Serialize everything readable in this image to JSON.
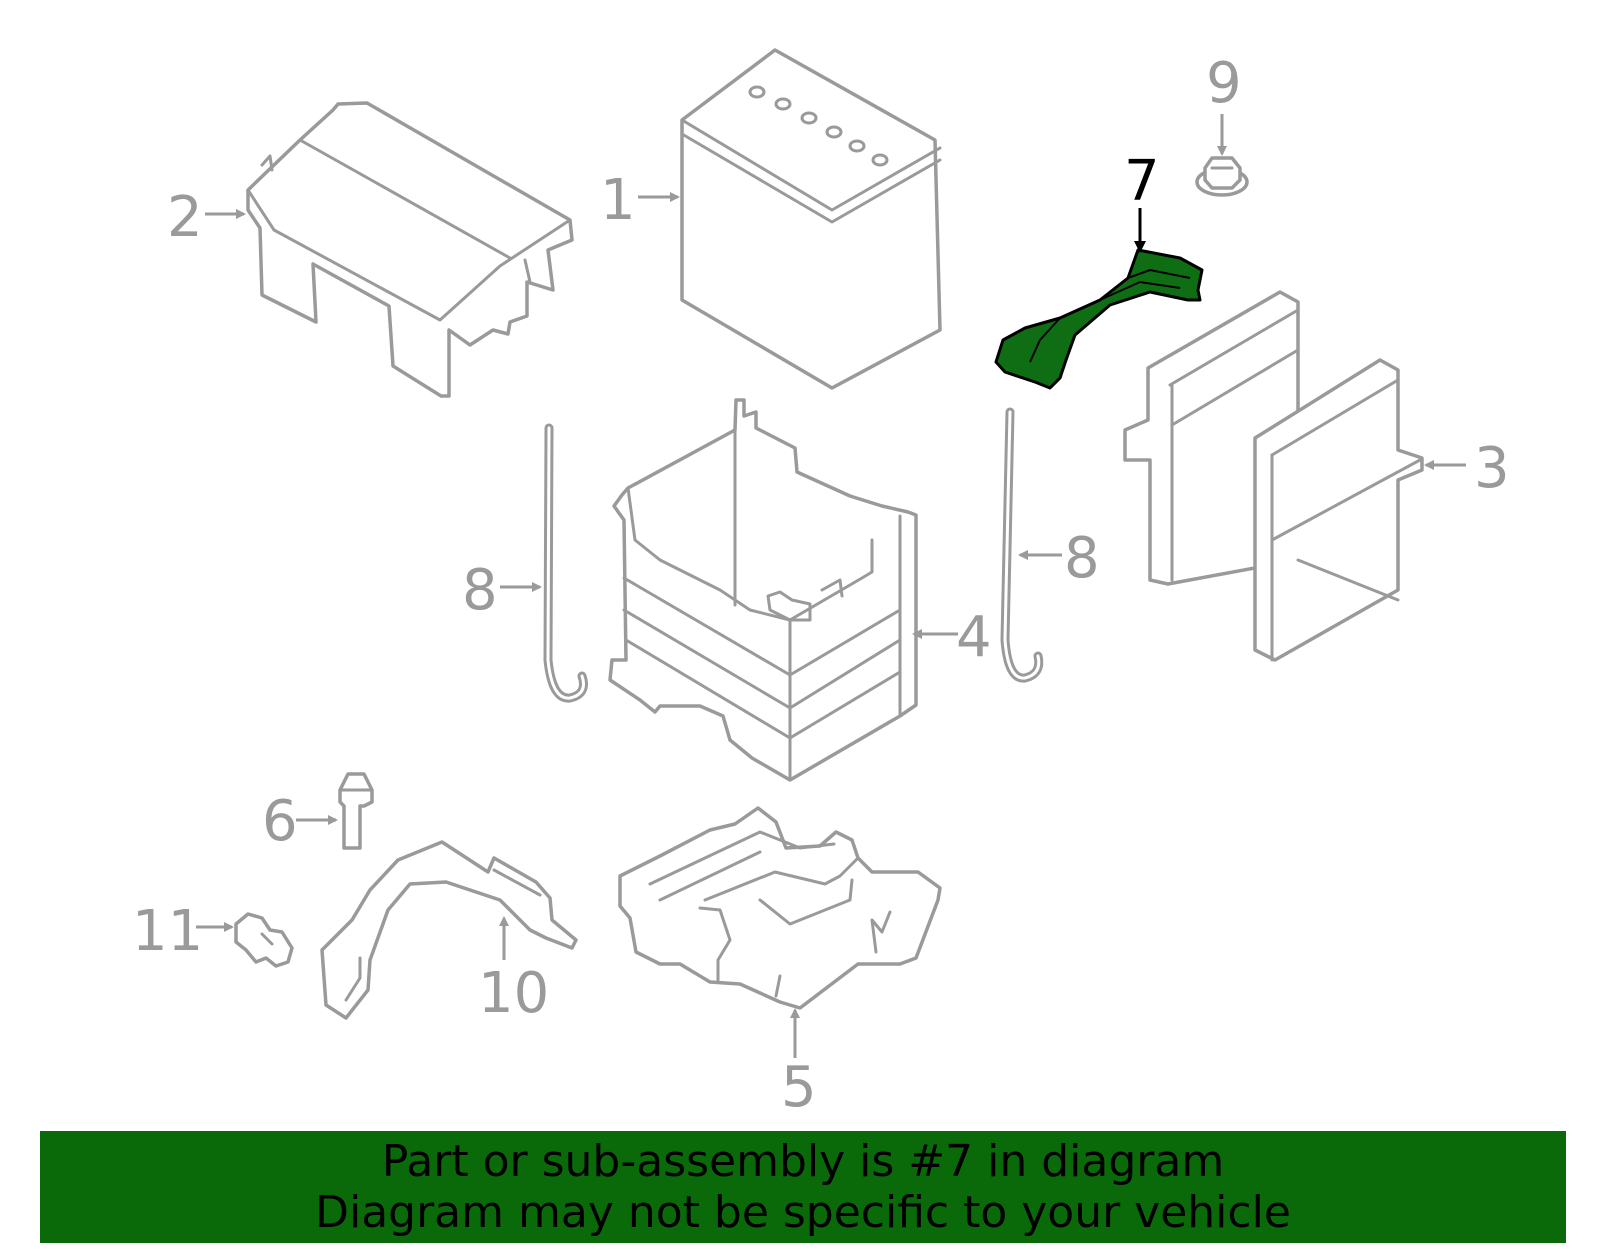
{
  "diagram": {
    "highlight_color": "#0f6e14",
    "line_color": "#9a9a9a",
    "callouts": [
      {
        "id": "c1",
        "label": "1",
        "highlighted": false
      },
      {
        "id": "c2",
        "label": "2",
        "highlighted": false
      },
      {
        "id": "c3",
        "label": "3",
        "highlighted": false
      },
      {
        "id": "c4",
        "label": "4",
        "highlighted": false
      },
      {
        "id": "c5",
        "label": "5",
        "highlighted": false
      },
      {
        "id": "c6",
        "label": "6",
        "highlighted": false
      },
      {
        "id": "c7",
        "label": "7",
        "highlighted": true
      },
      {
        "id": "c8a",
        "label": "8",
        "highlighted": false
      },
      {
        "id": "c8b",
        "label": "8",
        "highlighted": false
      },
      {
        "id": "c9",
        "label": "9",
        "highlighted": false
      },
      {
        "id": "c10",
        "label": "10",
        "highlighted": false
      },
      {
        "id": "c11",
        "label": "11",
        "highlighted": false
      }
    ]
  },
  "banner": {
    "background": "#0a6a0a",
    "line1": "Part or sub-assembly is #7 in diagram",
    "line2": "Diagram may not be specific to your vehicle"
  }
}
